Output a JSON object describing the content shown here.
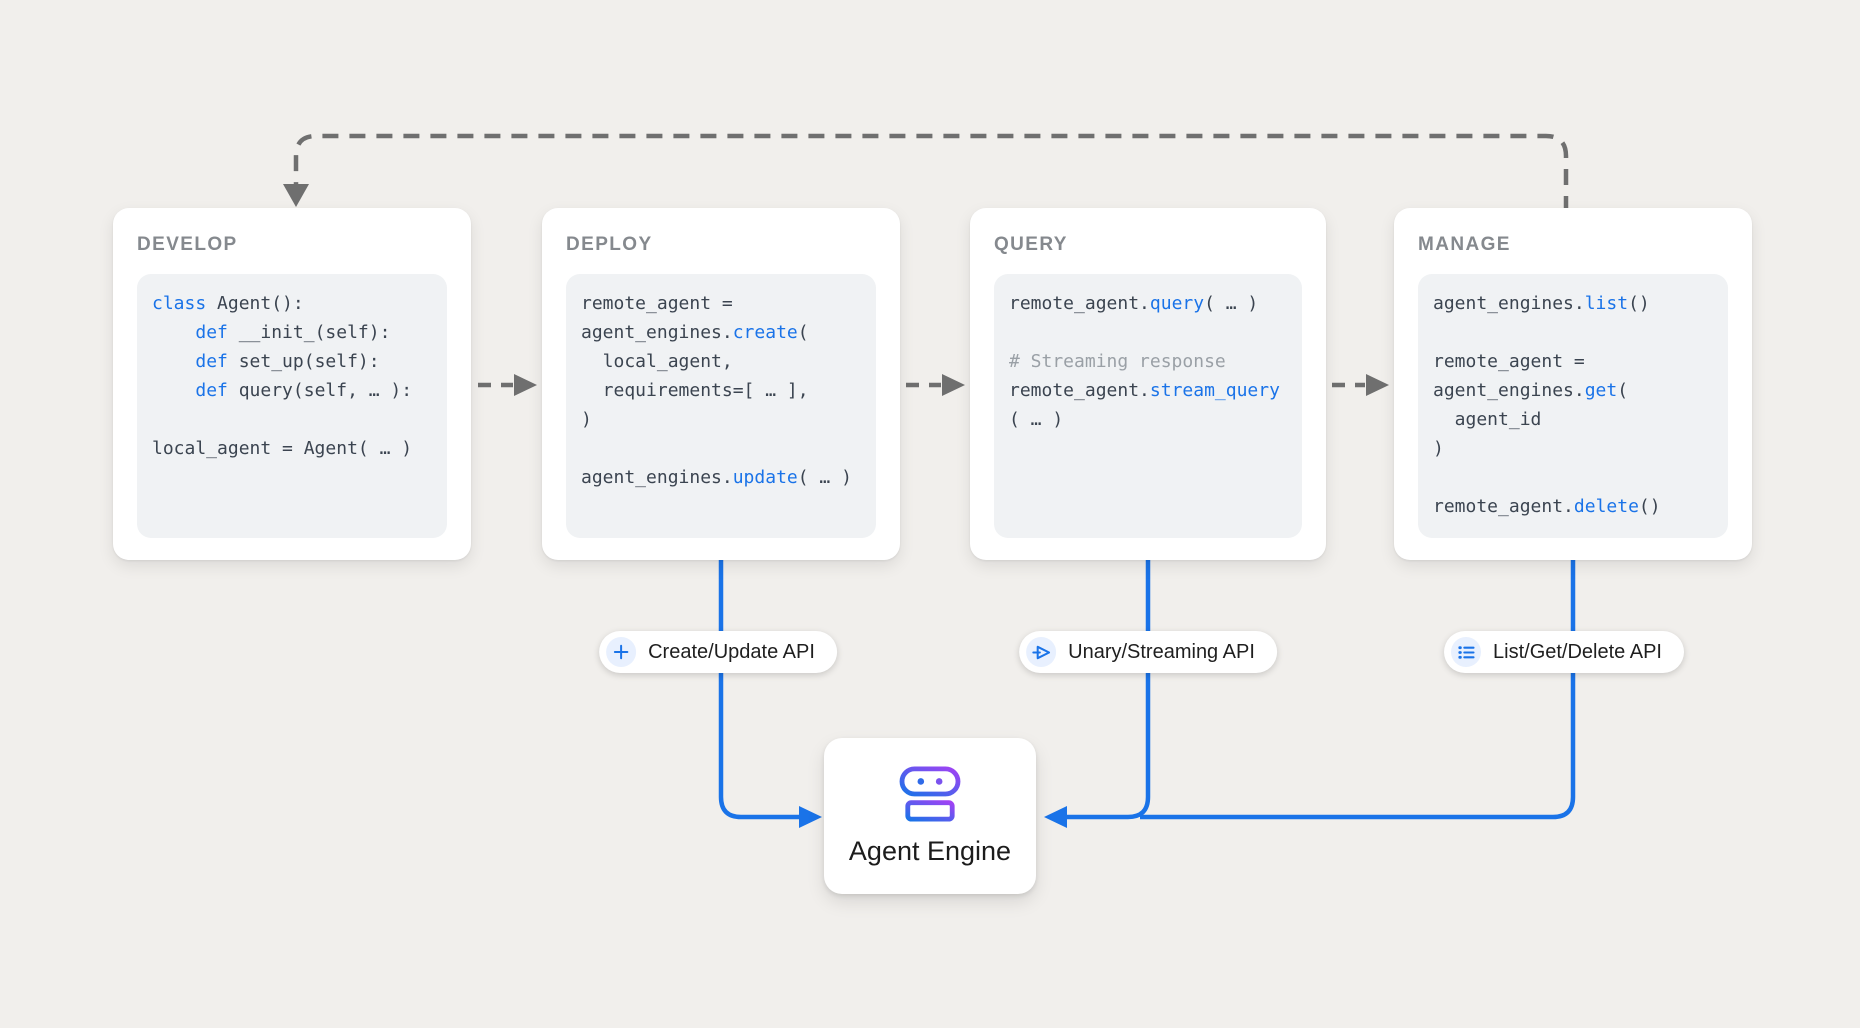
{
  "diagram": {
    "stages": [
      {
        "title": "DEVELOP",
        "code": [
          [
            [
              "k",
              "class"
            ],
            [
              "d",
              " Agent():"
            ]
          ],
          [
            [
              "d",
              "    "
            ],
            [
              "k",
              "def"
            ],
            [
              "d",
              " __init_(self):"
            ]
          ],
          [
            [
              "d",
              "    "
            ],
            [
              "k",
              "def"
            ],
            [
              "d",
              " set_up(self):"
            ]
          ],
          [
            [
              "d",
              "    "
            ],
            [
              "k",
              "def"
            ],
            [
              "d",
              " query(self, … ):"
            ]
          ],
          [],
          [
            [
              "d",
              "local_agent = Agent( … )"
            ]
          ]
        ]
      },
      {
        "title": "DEPLOY",
        "code": [
          [
            [
              "d",
              "remote_agent ="
            ]
          ],
          [
            [
              "d",
              "agent_engines."
            ],
            [
              "k",
              "create"
            ],
            [
              "d",
              "("
            ]
          ],
          [
            [
              "d",
              "  local_agent,"
            ]
          ],
          [
            [
              "d",
              "  requirements=[ … ],"
            ]
          ],
          [
            [
              "d",
              ")"
            ]
          ],
          [],
          [
            [
              "d",
              "agent_engines."
            ],
            [
              "k",
              "update"
            ],
            [
              "d",
              "( … )"
            ]
          ]
        ]
      },
      {
        "title": "QUERY",
        "code": [
          [
            [
              "d",
              "remote_agent."
            ],
            [
              "k",
              "query"
            ],
            [
              "d",
              "( … )"
            ]
          ],
          [],
          [
            [
              "c",
              "# Streaming response"
            ]
          ],
          [
            [
              "d",
              "remote_agent."
            ],
            [
              "k",
              "stream_query"
            ]
          ],
          [
            [
              "d",
              "( … )"
            ]
          ]
        ]
      },
      {
        "title": "MANAGE",
        "code": [
          [
            [
              "d",
              "agent_engines."
            ],
            [
              "k",
              "list"
            ],
            [
              "d",
              "()"
            ]
          ],
          [],
          [
            [
              "d",
              "remote_agent ="
            ]
          ],
          [
            [
              "d",
              "agent_engines."
            ],
            [
              "k",
              "get"
            ],
            [
              "d",
              "("
            ]
          ],
          [
            [
              "d",
              "  agent_id"
            ]
          ],
          [
            [
              "d",
              ")"
            ]
          ],
          [],
          [
            [
              "d",
              "remote_agent."
            ],
            [
              "k",
              "delete"
            ],
            [
              "d",
              "()"
            ]
          ]
        ]
      }
    ],
    "pills": [
      {
        "label": "Create/Update API",
        "icon": "plus-icon"
      },
      {
        "label": "Unary/Streaming API",
        "icon": "send-icon"
      },
      {
        "label": "List/Get/Delete API",
        "icon": "list-icon"
      }
    ],
    "engine": {
      "label": "Agent Engine",
      "icon": "agent-engine-robot-icon"
    },
    "colors": {
      "accent_blue": "#1a73e8",
      "connector_gray": "#6f6f6f",
      "icon_purple": "#a142f4"
    }
  }
}
